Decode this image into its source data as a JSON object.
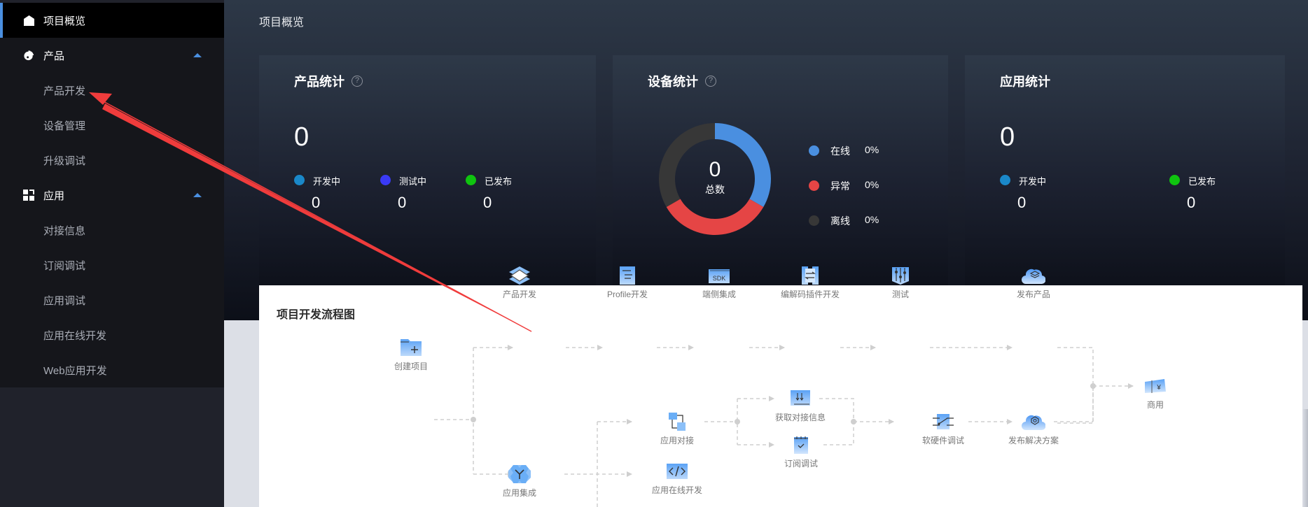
{
  "sidebar": {
    "items": [
      {
        "label": "项目概览",
        "icon": "home-icon",
        "active": true,
        "level": 1
      },
      {
        "label": "产品",
        "icon": "product-icon",
        "level": 1,
        "expanded": true
      },
      {
        "label": "产品开发",
        "level": 2
      },
      {
        "label": "设备管理",
        "level": 2
      },
      {
        "label": "升级调试",
        "level": 2
      },
      {
        "label": "应用",
        "icon": "grid-icon",
        "level": 1,
        "expanded": true
      },
      {
        "label": "对接信息",
        "level": 2
      },
      {
        "label": "订阅调试",
        "level": 2
      },
      {
        "label": "应用调试",
        "level": 2
      },
      {
        "label": "应用在线开发",
        "level": 2
      },
      {
        "label": "Web应用开发",
        "level": 2
      }
    ]
  },
  "header": {
    "title": "项目概览"
  },
  "product_stats": {
    "title": "产品统计",
    "help_glyph": "?",
    "total": "0",
    "legend": [
      {
        "label": "开发中",
        "value": "0",
        "color": "#1a88c9"
      },
      {
        "label": "测试中",
        "value": "0",
        "color": "#3a3af5"
      },
      {
        "label": "已发布",
        "value": "0",
        "color": "#0fc40f"
      }
    ]
  },
  "device_stats": {
    "title": "设备统计",
    "help_glyph": "?",
    "total": "0",
    "total_label": "总数",
    "legend": [
      {
        "label": "在线",
        "percent": "0%",
        "color": "#4a8fe0"
      },
      {
        "label": "异常",
        "percent": "0%",
        "color": "#e54545"
      },
      {
        "label": "离线",
        "percent": "0%",
        "color": "#373737"
      }
    ]
  },
  "app_stats": {
    "title": "应用统计",
    "total": "0",
    "legend": [
      {
        "label": "开发中",
        "value": "0",
        "color": "#1a88c9"
      },
      {
        "label": "已发布",
        "value": "0",
        "color": "#0fc40f"
      }
    ]
  },
  "flow": {
    "title": "项目开发流程图",
    "nodes": [
      {
        "id": "create",
        "label": "创建项目"
      },
      {
        "id": "product_dev",
        "label": "产品开发"
      },
      {
        "id": "profile_dev",
        "label": "Profile开发"
      },
      {
        "id": "device_sdk",
        "label": "端侧集成",
        "icon_text": "SDK"
      },
      {
        "id": "codec_dev",
        "label": "编解码插件开发"
      },
      {
        "id": "test",
        "label": "测试"
      },
      {
        "id": "publish_product",
        "label": "发布产品"
      },
      {
        "id": "app_integration",
        "label": "应用集成"
      },
      {
        "id": "app_connect",
        "label": "应用对接"
      },
      {
        "id": "get_connect_info",
        "label": "获取对接信息"
      },
      {
        "id": "sub_debug",
        "label": "订阅调试"
      },
      {
        "id": "hw_sw_debug",
        "label": "软硬件调试"
      },
      {
        "id": "publish_solution",
        "label": "发布解决方案"
      },
      {
        "id": "app_online_dev",
        "label": "应用在线开发"
      },
      {
        "id": "commercial",
        "label": "商用",
        "icon_text": "¥"
      }
    ]
  },
  "annotation": {
    "type": "red-arrow",
    "color": "#f03c3c",
    "points_to": "产品开发"
  }
}
